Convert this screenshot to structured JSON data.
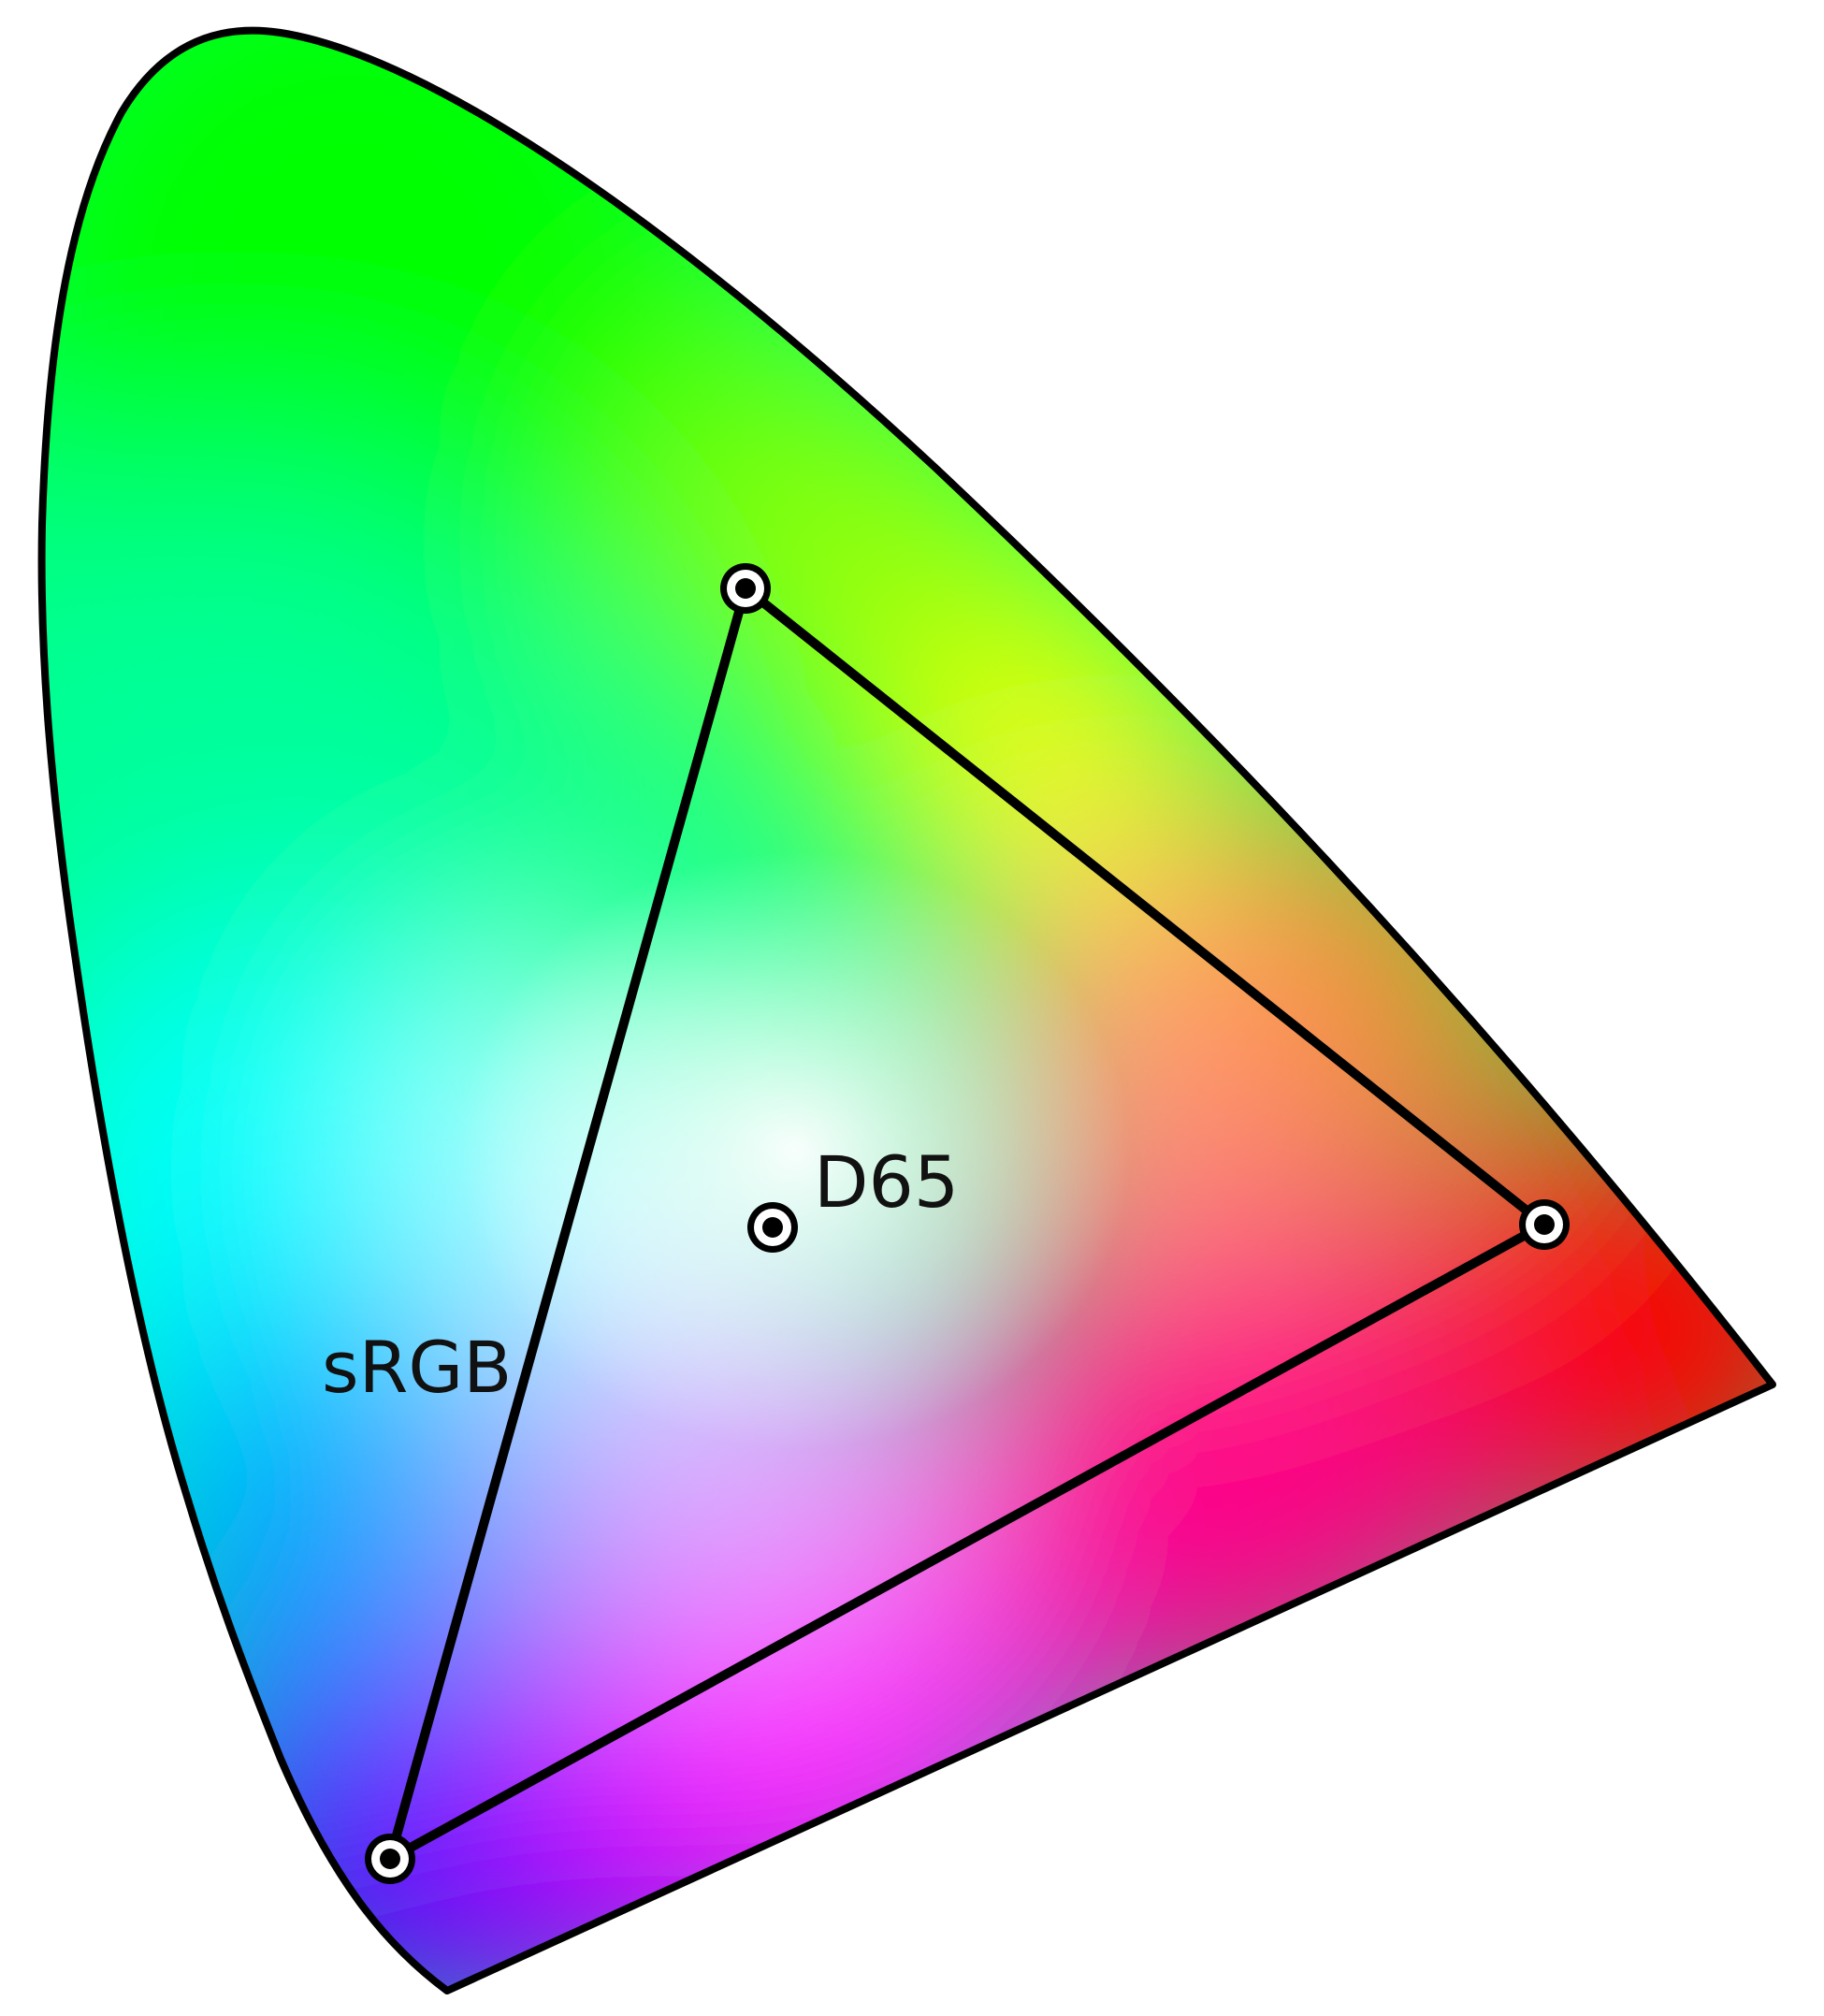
{
  "diagram": {
    "gamut_label": "sRGB",
    "whitepoint_label": "D65",
    "colors": {
      "outline": "#000000",
      "marker_ring": "#ffffff",
      "marker_dot": "#000000",
      "spectrum_red": "#ff0000",
      "spectrum_yellow": "#ffff00",
      "spectrum_green": "#00ff00",
      "spectrum_cyan": "#00ffff",
      "spectrum_blue": "#0000ff",
      "spectrum_magenta": "#ff00ff",
      "whitepoint_tint": "#ffffff"
    },
    "points": [
      {
        "name": "red-primary-marker"
      },
      {
        "name": "green-primary-marker"
      },
      {
        "name": "blue-primary-marker"
      },
      {
        "name": "d65-whitepoint-marker"
      }
    ]
  }
}
